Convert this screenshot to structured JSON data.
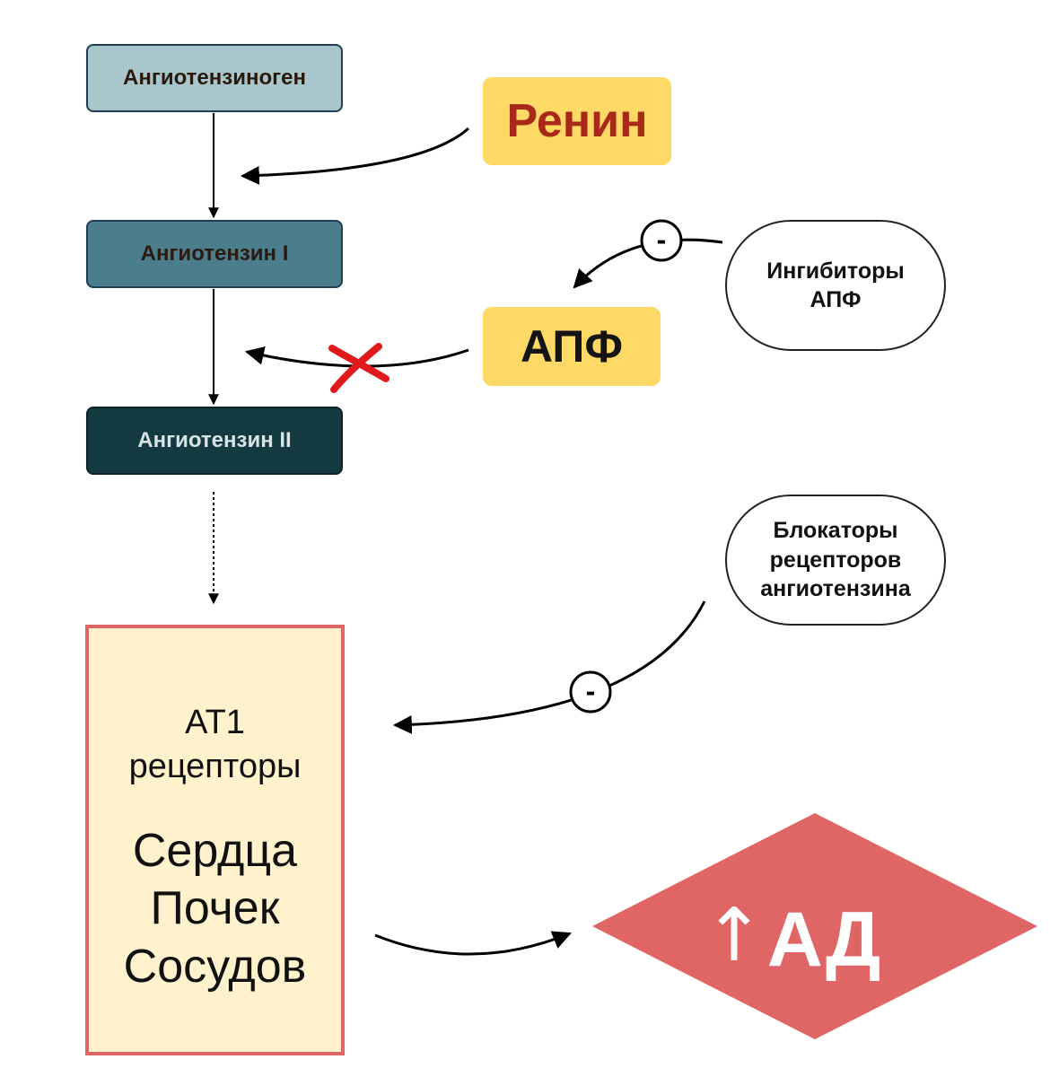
{
  "steps": {
    "angiotensinogen": "Ангиотензиноген",
    "angiotensin1": "Ангиотензин I",
    "angiotensin2": "Ангиотензин II"
  },
  "enzymes": {
    "renin": "Ренин",
    "ace": "АПФ"
  },
  "drugs": {
    "ace_inhibitors": [
      "Ингибиторы",
      "АПФ"
    ],
    "arb": [
      "Блокаторы",
      "рецепторов",
      "ангиотензина"
    ]
  },
  "receptors": {
    "title": [
      "AT1",
      "рецепторы"
    ],
    "organs": [
      "Сердца",
      "Почек",
      "Сосудов"
    ]
  },
  "inhibition_symbol": "-",
  "result": {
    "arrow": "↑",
    "label": "АД"
  },
  "colors": {
    "renin_text": "#a8281a",
    "enzyme_fill": "#ffd966",
    "receptor_border": "#e06666",
    "result_fill": "#e06666",
    "block_mark": "#e0191c"
  }
}
